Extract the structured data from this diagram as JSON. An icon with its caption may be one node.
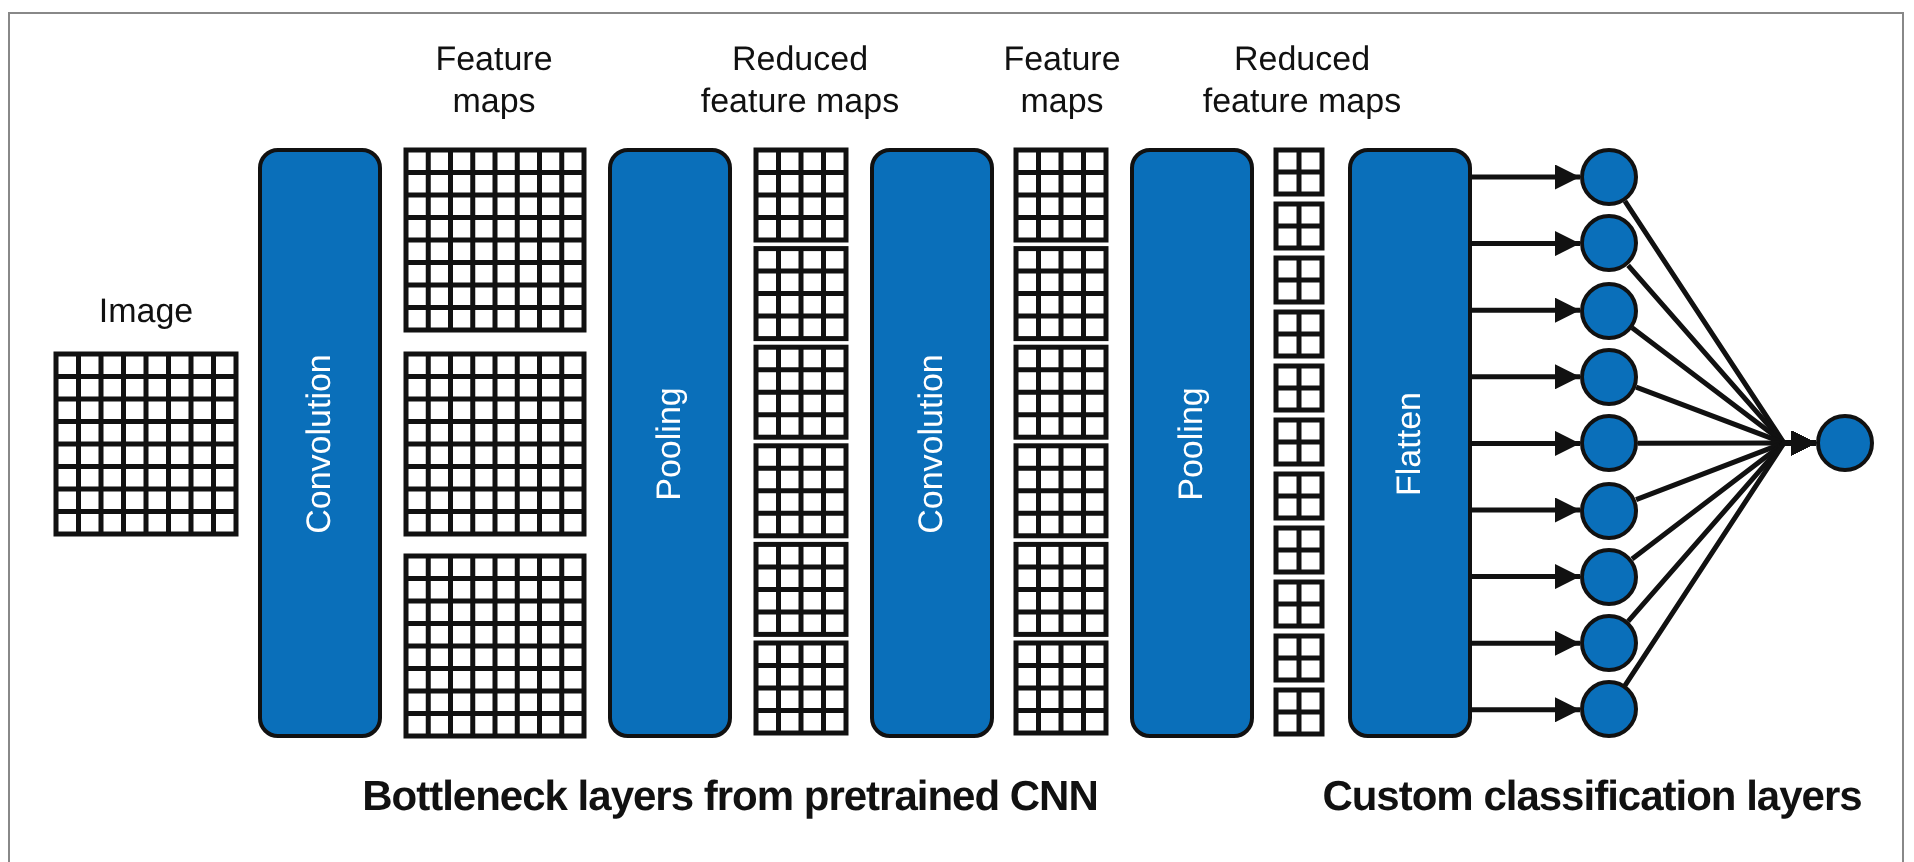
{
  "diagram": {
    "nodes": [
      {
        "text": [
          "Convolution"
        ]
      },
      {
        "text": [
          "Pooling"
        ]
      },
      {
        "text": [
          "Convolution"
        ]
      },
      {
        "text": [
          "Pooling"
        ]
      },
      {
        "text": [
          "Flatten"
        ]
      },
      {
        "text": [],
        "shape": "circle"
      },
      {
        "text": [],
        "shape": "circle"
      },
      {
        "text": [],
        "shape": "circle"
      },
      {
        "text": [],
        "shape": "circle"
      },
      {
        "text": [],
        "shape": "circle"
      },
      {
        "text": [],
        "shape": "circle"
      },
      {
        "text": [],
        "shape": "circle"
      },
      {
        "text": [],
        "shape": "circle"
      },
      {
        "text": [],
        "shape": "circle"
      },
      {
        "text": [],
        "shape": "circle"
      }
    ],
    "edges": [
      {
        "from": 4,
        "to": 5,
        "arrow": "to"
      },
      {
        "from": 4,
        "to": 6,
        "arrow": "to"
      },
      {
        "from": 4,
        "to": 7,
        "arrow": "to"
      },
      {
        "from": 4,
        "to": 8,
        "arrow": "to"
      },
      {
        "from": 4,
        "to": 9,
        "arrow": "to"
      },
      {
        "from": 4,
        "to": 10,
        "arrow": "to"
      },
      {
        "from": 4,
        "to": 11,
        "arrow": "to"
      },
      {
        "from": 4,
        "to": 12,
        "arrow": "to"
      },
      {
        "from": 4,
        "to": 13,
        "arrow": "to"
      },
      {
        "from": 5,
        "to": 14,
        "arrow": "to"
      },
      {
        "from": 6,
        "to": 14,
        "arrow": "to"
      },
      {
        "from": 7,
        "to": 14,
        "arrow": "to"
      },
      {
        "from": 8,
        "to": 14,
        "arrow": "to"
      },
      {
        "from": 9,
        "to": 14,
        "arrow": "to"
      },
      {
        "from": 10,
        "to": 14,
        "arrow": "to"
      },
      {
        "from": 11,
        "to": 14,
        "arrow": "to"
      },
      {
        "from": 12,
        "to": 14,
        "arrow": "to"
      },
      {
        "from": 13,
        "to": 14,
        "arrow": "to"
      }
    ],
    "labels": [
      "Image",
      "Feature maps",
      "Reduced feature maps",
      "Feature maps",
      "Reduced feature maps",
      "Bottleneck layers from pretrained CNN",
      "Custom classification layers"
    ]
  }
}
